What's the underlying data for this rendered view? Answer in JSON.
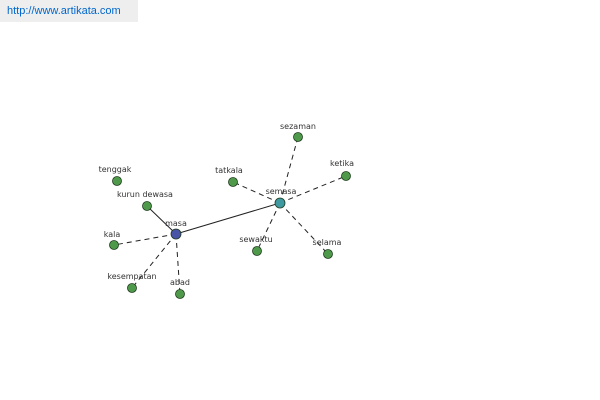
{
  "source_url": "http://www.artikata.com",
  "colors": {
    "hub_main": "#4a55a8",
    "hub_secondary": "#3e9aa0",
    "leaf": "#4f9a4a",
    "node_stroke": "#1e3b1e",
    "edge": "#222222"
  },
  "graph": {
    "nodes": [
      {
        "id": "masa",
        "label": "masa",
        "kind": "hub_main"
      },
      {
        "id": "semasa",
        "label": "semasa",
        "kind": "hub_secondary"
      },
      {
        "id": "sezaman",
        "label": "sezaman",
        "kind": "leaf"
      },
      {
        "id": "ketika",
        "label": "ketika",
        "kind": "leaf"
      },
      {
        "id": "tatkala",
        "label": "tatkala",
        "kind": "leaf"
      },
      {
        "id": "sewaktu",
        "label": "sewaktu",
        "kind": "leaf"
      },
      {
        "id": "selama",
        "label": "selama",
        "kind": "leaf"
      },
      {
        "id": "tenggak",
        "label": "tenggak",
        "kind": "leaf"
      },
      {
        "id": "kurun-dewasa",
        "label": "kurun dewasa",
        "kind": "leaf"
      },
      {
        "id": "kala",
        "label": "kala",
        "kind": "leaf"
      },
      {
        "id": "kesempatan",
        "label": "kesempatan",
        "kind": "leaf"
      },
      {
        "id": "abad",
        "label": "abad",
        "kind": "leaf"
      }
    ],
    "edges": [
      {
        "from": "masa",
        "to": "semasa",
        "style": "solid"
      },
      {
        "from": "masa",
        "to": "kurun-dewasa",
        "style": "solid"
      },
      {
        "from": "masa",
        "to": "kala",
        "style": "dashed"
      },
      {
        "from": "masa",
        "to": "kesempatan",
        "style": "dashed"
      },
      {
        "from": "masa",
        "to": "abad",
        "style": "dashed"
      },
      {
        "from": "semasa",
        "to": "sezaman",
        "style": "dashed"
      },
      {
        "from": "semasa",
        "to": "ketika",
        "style": "dashed"
      },
      {
        "from": "semasa",
        "to": "tatkala",
        "style": "dashed"
      },
      {
        "from": "semasa",
        "to": "sewaktu",
        "style": "dashed"
      },
      {
        "from": "semasa",
        "to": "selama",
        "style": "dashed"
      }
    ]
  }
}
